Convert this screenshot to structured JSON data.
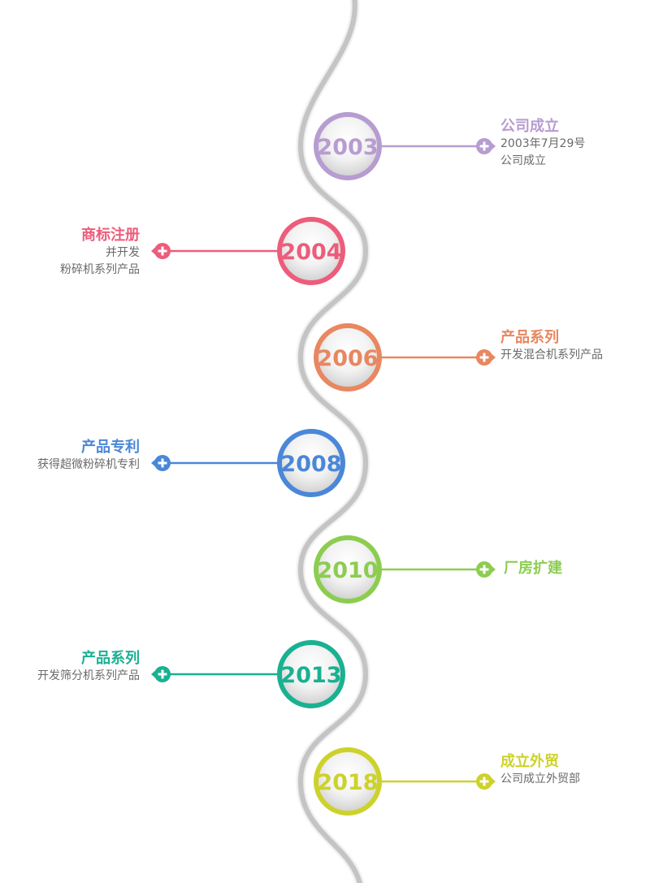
{
  "colors": {
    "spine": "#c4c4c4",
    "desc_text": "#6a6a6a"
  },
  "milestones": [
    {
      "year": "2003",
      "color": "#b79cd1",
      "side": "right",
      "title": "公司成立",
      "lines": [
        "2003年7月29号",
        "公司成立"
      ],
      "icon": "plus-icon"
    },
    {
      "year": "2004",
      "color": "#ec5d7b",
      "side": "left",
      "title": "商标注册",
      "lines": [
        "并开发",
        "粉碎机系列产品"
      ],
      "icon": "plus-icon"
    },
    {
      "year": "2006",
      "color": "#e88760",
      "side": "right",
      "title": "产品系列",
      "lines": [
        "开发混合机系列产品"
      ],
      "icon": "plus-icon"
    },
    {
      "year": "2008",
      "color": "#4a87d8",
      "side": "left",
      "title": "产品专利",
      "lines": [
        "获得超微粉碎机专利"
      ],
      "icon": "plus-icon"
    },
    {
      "year": "2010",
      "color": "#8ccd50",
      "side": "right",
      "title": "厂房扩建",
      "lines": [],
      "icon": "plus-icon"
    },
    {
      "year": "2013",
      "color": "#19b191",
      "side": "left",
      "title": "产品系列",
      "lines": [
        "开发筛分机系列产品"
      ],
      "icon": "plus-icon"
    },
    {
      "year": "2018",
      "color": "#cdd22b",
      "side": "right",
      "title": "成立外贸",
      "lines": [
        "公司成立外贸部"
      ],
      "icon": "plus-icon"
    }
  ]
}
